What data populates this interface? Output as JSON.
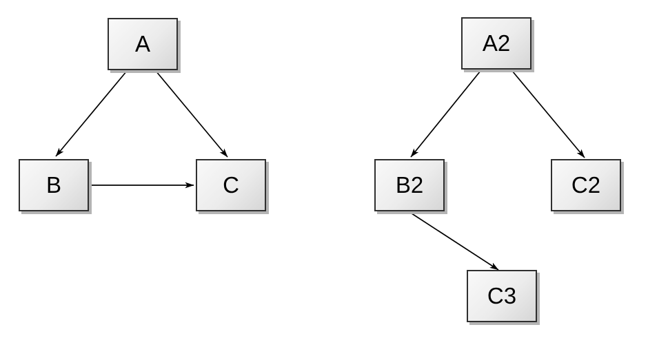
{
  "graphs": [
    {
      "name": "left-graph",
      "nodes": [
        {
          "id": "A",
          "label": "A"
        },
        {
          "id": "B",
          "label": "B"
        },
        {
          "id": "C",
          "label": "C"
        }
      ],
      "edges": [
        {
          "from": "A",
          "to": "B"
        },
        {
          "from": "A",
          "to": "C"
        },
        {
          "from": "B",
          "to": "C"
        }
      ]
    },
    {
      "name": "right-graph",
      "nodes": [
        {
          "id": "A2",
          "label": "A2"
        },
        {
          "id": "B2",
          "label": "B2"
        },
        {
          "id": "C2",
          "label": "C2"
        },
        {
          "id": "C3",
          "label": "C3"
        }
      ],
      "edges": [
        {
          "from": "A2",
          "to": "B2"
        },
        {
          "from": "A2",
          "to": "C2"
        },
        {
          "from": "B2",
          "to": "C3"
        }
      ]
    }
  ],
  "colors": {
    "background": "#ffffff",
    "node_fill_light": "#f9f9f9",
    "node_fill_dark": "#d6d6d6",
    "node_border": "#2f2f2f",
    "node_shadow": "#b4b4b4",
    "edge": "#000000",
    "text": "#000000"
  }
}
